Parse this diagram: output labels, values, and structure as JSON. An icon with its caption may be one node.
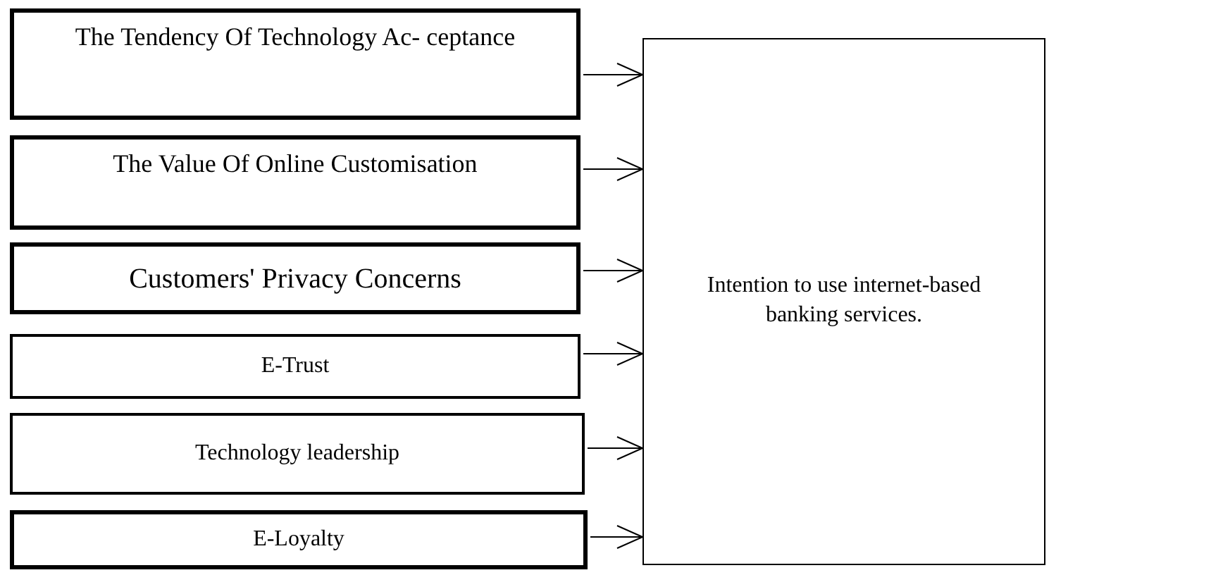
{
  "diagram": {
    "nodes": [
      {
        "text": [
          "The Tendency Of Technology Ac- ceptance"
        ]
      },
      {
        "text": [
          "The Value Of Online Customisation"
        ]
      },
      {
        "text": [
          "Customers' Privacy Concerns"
        ]
      },
      {
        "text": [
          "E-Trust"
        ]
      },
      {
        "text": [
          "Technology leadership"
        ]
      },
      {
        "text": [
          "E-Loyalty"
        ]
      },
      {
        "text": [
          "Intention to use internet-based banking services."
        ]
      }
    ],
    "edges": [
      {
        "from": 0,
        "to": 6,
        "arrow": "to"
      },
      {
        "from": 1,
        "to": 6,
        "arrow": "to"
      },
      {
        "from": 2,
        "to": 6,
        "arrow": "to"
      },
      {
        "from": 3,
        "to": 6,
        "arrow": "to"
      },
      {
        "from": 4,
        "to": 6,
        "arrow": "to"
      },
      {
        "from": 5,
        "to": 6,
        "arrow": "to"
      }
    ]
  }
}
